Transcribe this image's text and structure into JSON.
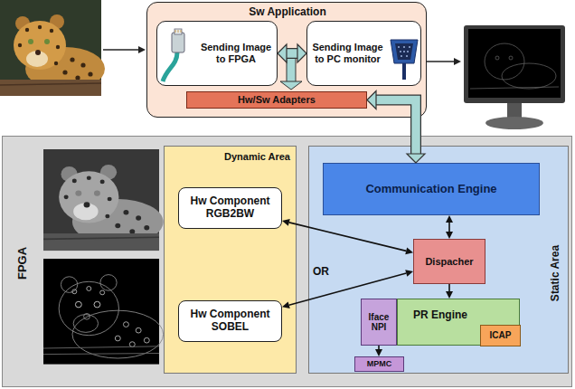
{
  "diagram": {
    "nodes": [
      {
        "text": [
          "Sw Application"
        ]
      },
      {
        "text": [
          "Sending Image to FPGA"
        ],
        "in": 0
      },
      {
        "text": [
          "Sending Image to PC monitor"
        ],
        "in": 0
      },
      {
        "text": [
          "Hw/Sw Adapters"
        ],
        "in": 0
      },
      {
        "text": [
          "FPGA"
        ]
      },
      {
        "text": [
          "Dynamic Area"
        ],
        "in": 4
      },
      {
        "text": [
          "Hw Component RGB2BW"
        ],
        "in": 5
      },
      {
        "text": [
          "Hw Component SOBEL"
        ],
        "in": 5
      },
      {
        "text": [
          "Static Area"
        ],
        "in": 4
      },
      {
        "text": [
          "Communication Engine"
        ],
        "in": 8
      },
      {
        "text": [
          "Dispacher"
        ],
        "in": 8
      },
      {
        "text": [
          "PR Engine"
        ],
        "in": 8
      },
      {
        "text": [
          "Iface NPI"
        ],
        "in": 8
      },
      {
        "text": [
          "ICAP"
        ],
        "in": 11
      },
      {
        "text": [
          "MPMC"
        ],
        "in": 8
      }
    ],
    "edges": [
      {
        "from": 1,
        "to": 2,
        "arrow": "both"
      },
      {
        "from": 3,
        "to": 9,
        "arrow": "both"
      },
      {
        "from": 9,
        "to": 10,
        "arrow": "both"
      },
      {
        "from": 10,
        "to": 6,
        "arrow": "both"
      },
      {
        "from": 10,
        "to": 7,
        "arrow": "both"
      },
      {
        "from": 10,
        "to": 11,
        "arrow": "to"
      },
      {
        "from": 12,
        "to": 14,
        "arrow": "to"
      }
    ],
    "labels": [
      "OR"
    ]
  }
}
